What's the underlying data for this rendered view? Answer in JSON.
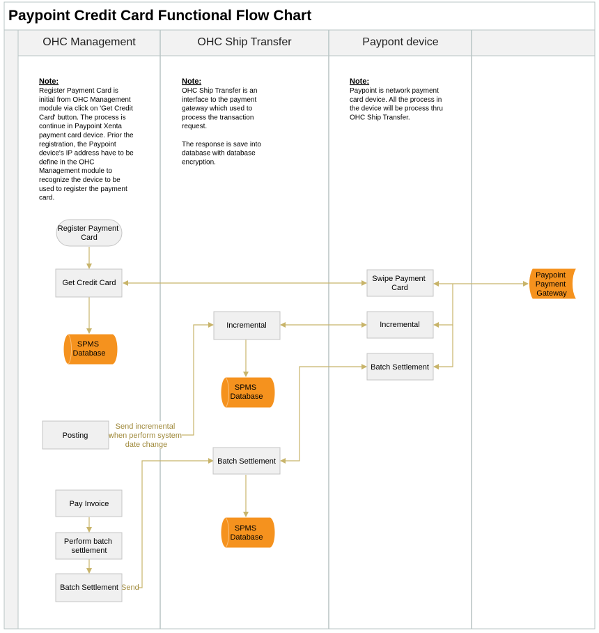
{
  "title": "Paypoint Credit Card Functional Flow Chart",
  "lanes": [
    "OHC Management",
    "OHC Ship Transfer",
    "Paypont device",
    ""
  ],
  "notes": [
    {
      "heading": "Note:",
      "lines": [
        "Register Payment Card is",
        "initial from OHC Management",
        "module via click on 'Get Credit",
        "Card' button. The process is",
        "continue in Paypoint Xenta",
        "payment card device. Prior the",
        "registration, the Paypoint",
        "device's IP address have to be",
        "define in the OHC",
        "Management module to",
        "recognize the device to be",
        "used to register the payment",
        "card."
      ]
    },
    {
      "heading": "Note:",
      "lines": [
        "OHC Ship Transfer is an",
        "interface to the payment",
        "gateway which used to",
        "process the transaction",
        "request.",
        "",
        "The response is save into",
        "database with database",
        "encryption."
      ]
    },
    {
      "heading": "Note:",
      "lines": [
        "Paypoint is network payment",
        "card device. All the process in",
        "the device will be process thru",
        "OHC Ship Transfer."
      ]
    }
  ],
  "nodes": {
    "register_payment_card": [
      "Register Payment",
      "Card"
    ],
    "get_credit_card": [
      "Get Credit Card"
    ],
    "spms_db_1": [
      "SPMS",
      "Database"
    ],
    "posting": [
      "Posting"
    ],
    "pay_invoice": [
      "Pay Invoice"
    ],
    "perform_batch_settlement": [
      "Perform batch",
      "settlement"
    ],
    "batch_settlement_ohc": [
      "Batch Settlement"
    ],
    "incremental_transfer": [
      "Incremental"
    ],
    "spms_db_2": [
      "SPMS",
      "Database"
    ],
    "batch_settlement_transfer": [
      "Batch Settlement"
    ],
    "spms_db_3": [
      "SPMS",
      "Database"
    ],
    "swipe_payment_card": [
      "Swipe Payment",
      "Card"
    ],
    "incremental_device": [
      "Incremental"
    ],
    "batch_settlement_device": [
      "Batch Settlement"
    ],
    "paypoint_gateway": [
      "Paypoint",
      "Payment",
      "Gateway"
    ]
  },
  "connector_labels": {
    "send_incremental": [
      "Send incremental",
      "when perform system",
      "date change"
    ],
    "send": [
      "Send"
    ]
  },
  "colors": {
    "arrow": "#c8b46a",
    "process_fill": "#f0f0f0",
    "process_stroke": "#c4c4c4",
    "database_fill": "#f5921e",
    "database_stroke": "#f5921e",
    "lane_line": "#b8c4c4",
    "label_text": "#a08a3c"
  }
}
